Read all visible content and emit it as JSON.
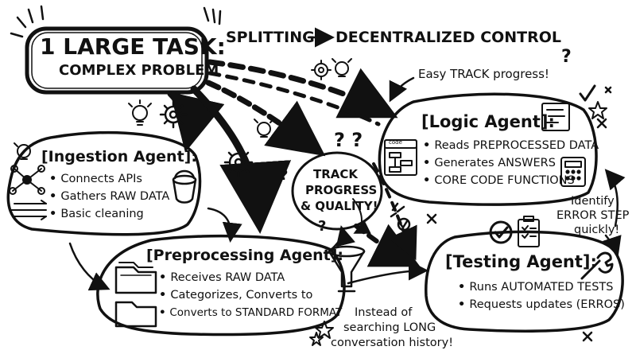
{
  "main_task": {
    "line1": "1 LARGE TASK:",
    "line2": "COMPLEX PROBLEM"
  },
  "flow_caption": {
    "left": "SPLITTING",
    "arrow": "→",
    "right": "DECENTRALIZED CONTROL"
  },
  "hub": {
    "line1": "TRACK",
    "line2": "PROGRESS",
    "line3": "& QUALITY!"
  },
  "agents": {
    "ingestion": {
      "title": "[Ingestion Agent]:",
      "items": [
        "Connects APIs",
        "Gathers RAW DATA",
        "Basic cleaning"
      ]
    },
    "preprocessing": {
      "title": "[Preprocessing Agent]:",
      "items": [
        "Receives RAW DATA",
        "Categorizes, Converts to",
        "Converts to STANDARD FORMAT"
      ]
    },
    "logic": {
      "title": "[Logic Agent]:",
      "items": [
        "Reads PREPROCESSED DATA",
        "Generates ANSWERS",
        "CORE CODE FUNCTIONS"
      ]
    },
    "testing": {
      "title": "[Testing Agent]:",
      "items": [
        "Runs AUTOMATED TESTS",
        "Requests updates (ERROS)"
      ]
    }
  },
  "annotations": {
    "easy_track": "Easy TRACK progress!",
    "identify_error": {
      "line1": "Identify",
      "line2": "ERROR STEP",
      "line3": "quickly!"
    },
    "instead_of": {
      "line1": "Instead of",
      "line2": "searching LONG",
      "line3": "conversation history!"
    }
  },
  "icon_labels": {
    "code_window": "code"
  },
  "colors": {
    "ink": "#111111",
    "paper": "#ffffff"
  }
}
